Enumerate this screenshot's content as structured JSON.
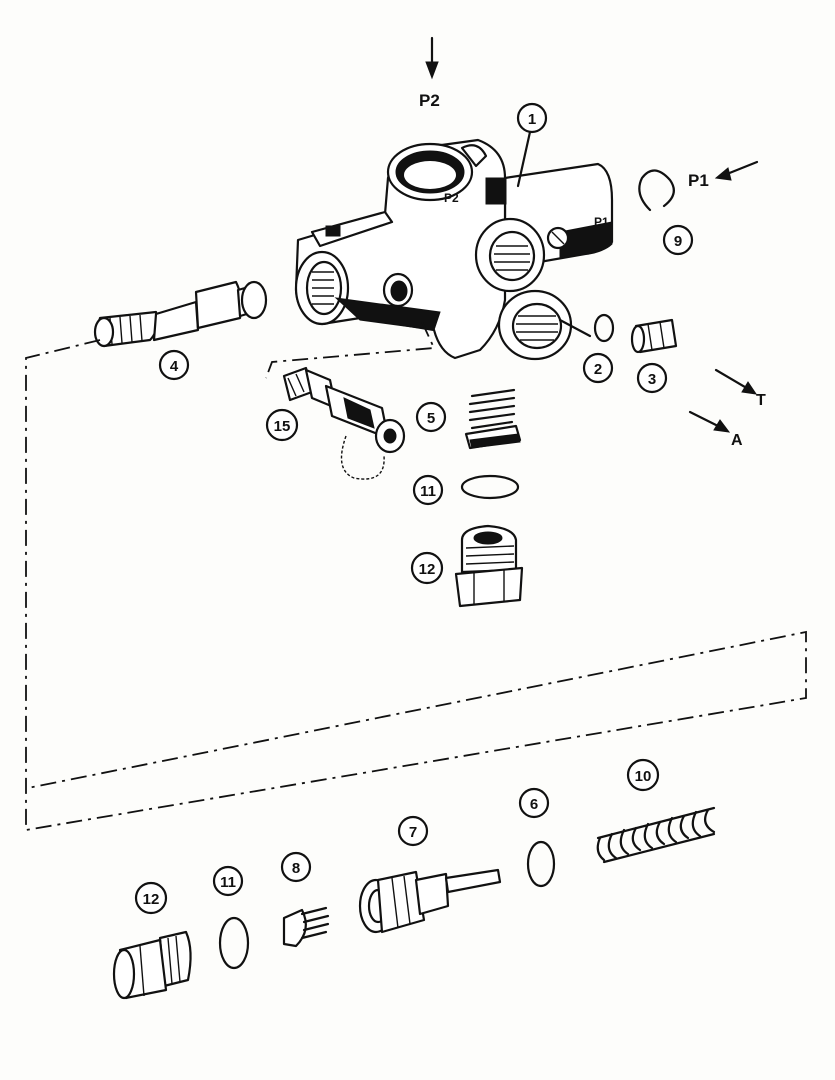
{
  "port_labels": {
    "p2_top": "P2",
    "p1_right": "P1",
    "t": "T",
    "a": "A",
    "p2_body": "P2",
    "p1_body": "P1"
  },
  "callouts": {
    "c1": "1",
    "c2": "2",
    "c3": "3",
    "c4": "4",
    "c5": "5",
    "c6": "6",
    "c7": "7",
    "c8": "8",
    "c9": "9",
    "c10": "10",
    "c11a": "11",
    "c11b": "11",
    "c12a": "12",
    "c12b": "12",
    "c15": "15"
  }
}
